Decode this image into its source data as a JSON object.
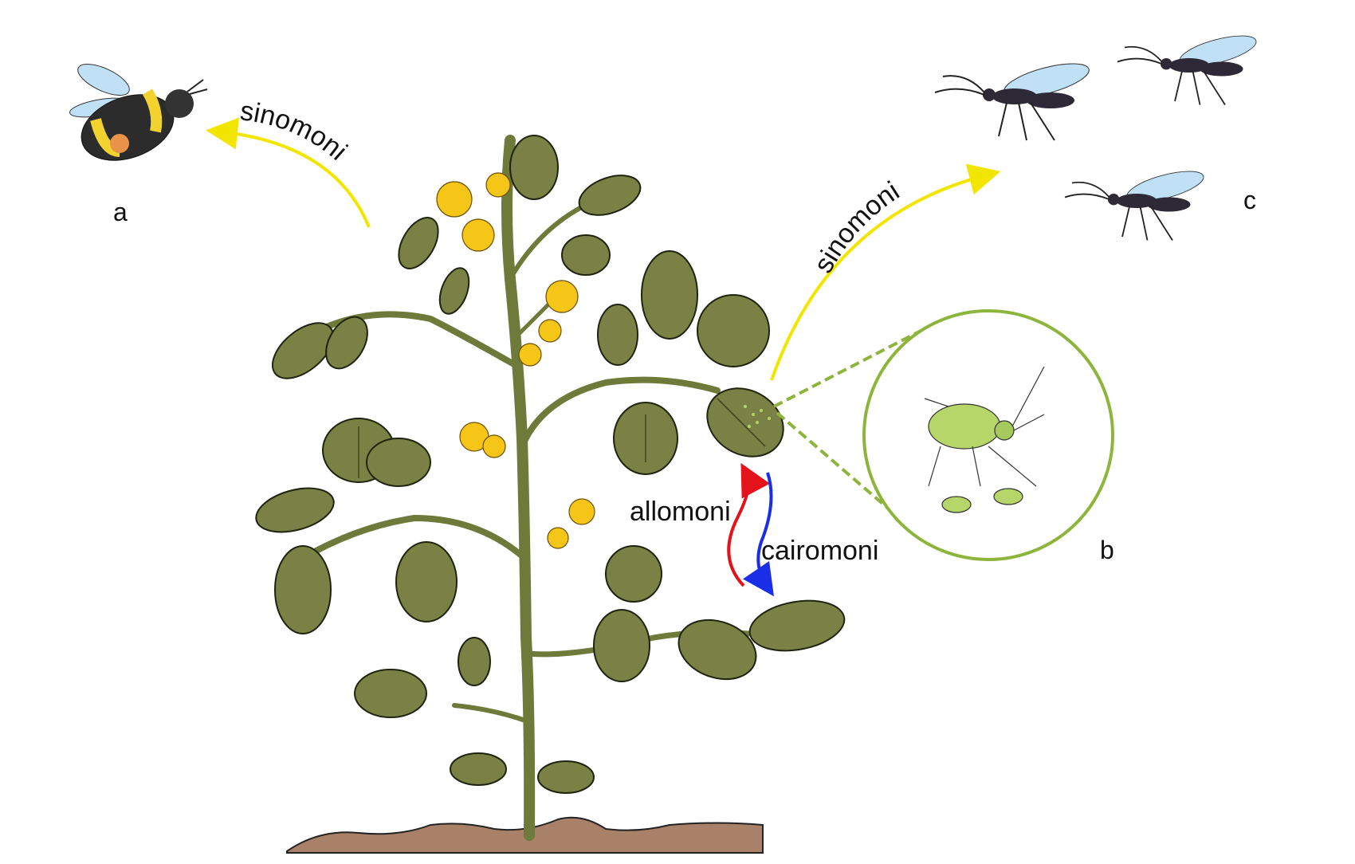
{
  "labels": {
    "sinomoni_left": "sinomoni",
    "sinomoni_right": "sinomoni",
    "allomoni": "allomoni",
    "cairomoni": "cairomoni",
    "a": "a",
    "b": "b",
    "c": "c"
  },
  "colors": {
    "sinomoni_arrow": "#f2e600",
    "allomoni_arrow": "#e3121b",
    "cairomoni_arrow": "#1a2ee8",
    "aphid_circle": "#8db53c",
    "leaf": "#7a8144",
    "soil": "#a98068",
    "flower": "#f5c518"
  }
}
